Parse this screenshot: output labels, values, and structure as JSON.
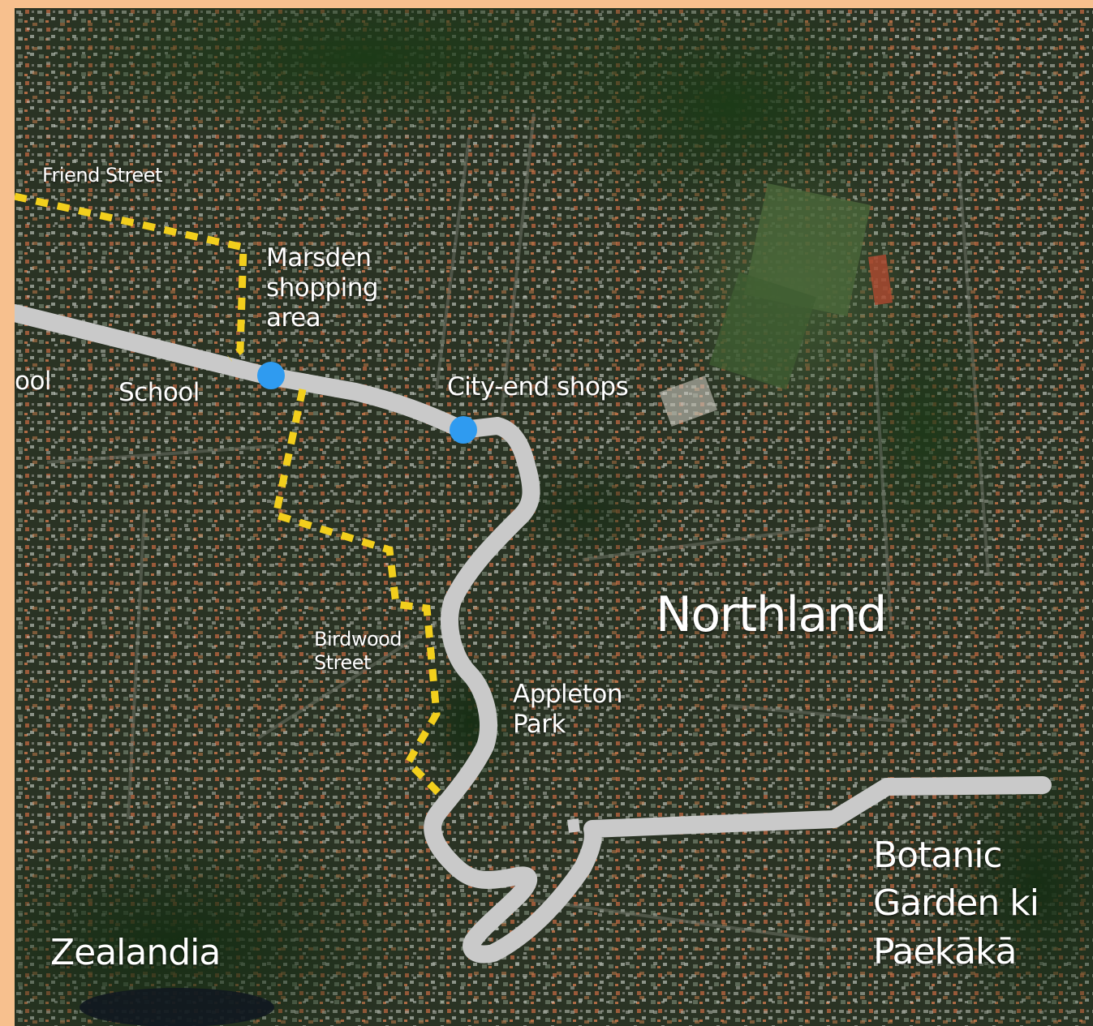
{
  "labels": {
    "friend_street": "Friend Street",
    "marsden": [
      "Marsden",
      "shopping",
      "area"
    ],
    "school_cut": "ool",
    "school": "School",
    "city_end_shops": "City-end shops",
    "northland": "Northland",
    "birdwood": [
      "Birdwood",
      "Street"
    ],
    "appleton": [
      "Appleton",
      "Park"
    ],
    "botanic": [
      "Botanic",
      "Garden ki",
      "Paekākā"
    ],
    "zealandia": "Zealandia"
  },
  "colors": {
    "main_route": "#c9c9c9",
    "dotted_route": "#f2cf1d",
    "stop_marker": "#2f9bf0",
    "label_text": "#ffffff",
    "left_border": "#f7c08e"
  },
  "icons": {
    "stop_marker": "circle-marker-icon"
  }
}
